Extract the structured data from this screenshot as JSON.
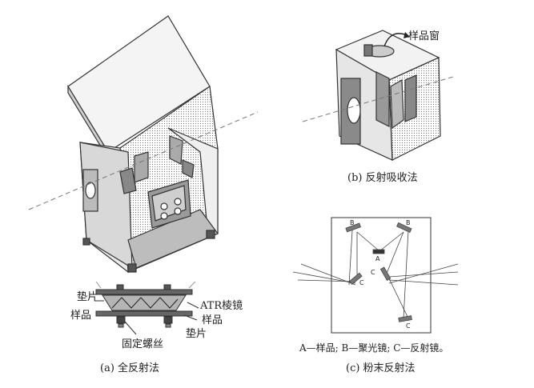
{
  "panel_a": {
    "caption": "(a) 全反射法",
    "labels": {
      "pad_top": "垫片",
      "atr_prism": "ATR棱镜",
      "sample_left": "样品",
      "sample_right": "样品",
      "pad_bottom": "垫片",
      "fixing_screw": "固定螺丝"
    }
  },
  "panel_b": {
    "caption": "(b) 反射吸收法",
    "labels": {
      "sample_window": "样品窗"
    }
  },
  "panel_c": {
    "caption": "(c) 粉末反射法",
    "legend": "A—样品; B—聚光镜; C—反射镜。",
    "mirror_letters": {
      "a": "A",
      "b_left": "B",
      "b_right": "B",
      "c_left": "C",
      "c_mid": "C",
      "c_bottom": "C"
    }
  },
  "colors": {
    "line": "#333333",
    "hatch": "#555555",
    "shade": "#9a9a9a",
    "dark": "#4a4a4a"
  }
}
